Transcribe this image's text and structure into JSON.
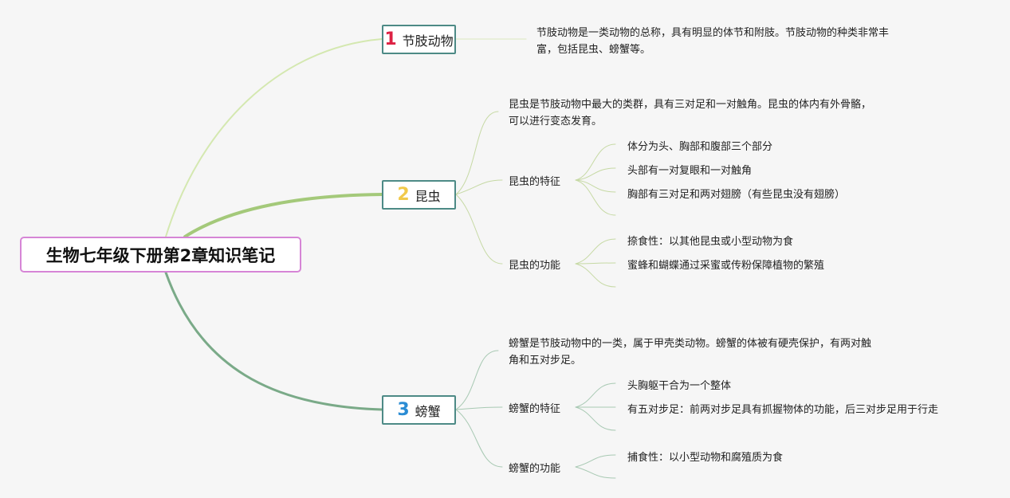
{
  "root": "生物七年级下册第2章知识笔记",
  "colors": {
    "b1": "#d4e8b0",
    "b2": "#a4c97a",
    "b3": "#7aaa88",
    "badge1": "#dd2244",
    "badge2": "#f1c94a",
    "badge3": "#2a8cd4"
  },
  "branches": [
    {
      "num": "1",
      "title": "节肢动物",
      "desc": [
        "节肢动物是一类动物的总称，具有明显的体节和附肢。节肢动物的种类非常丰",
        "富，包括昆虫、螃蟹等。"
      ]
    },
    {
      "num": "2",
      "title": "昆虫",
      "desc": [
        "昆虫是节肢动物中最大的类群，具有三对足和一对触角。昆虫的体内有外骨骼，",
        "可以进行变态发育。"
      ],
      "groups": [
        {
          "label": "昆虫的特征",
          "items": [
            "体分为头、胸部和腹部三个部分",
            "头部有一对复眼和一对触角",
            "胸部有三对足和两对翅膀（有些昆虫没有翅膀）"
          ]
        },
        {
          "label": "昆虫的功能",
          "items": [
            "捺食性：以其他昆虫或小型动物为食",
            "蜜蜂和蝴蝶通过采蜜或传粉保障植物的繁殖"
          ]
        }
      ]
    },
    {
      "num": "3",
      "title": "螃蟹",
      "desc": [
        "螃蟹是节肢动物中的一类，属于甲壳类动物。螃蟹的体被有硬壳保护，有两对触",
        "角和五对步足。"
      ],
      "groups": [
        {
          "label": "螃蟹的特征",
          "items": [
            "头胸躯干合为一个整体",
            "有五对步足：前两对步足具有抓握物体的功能，后三对步足用于行走"
          ]
        },
        {
          "label": "螃蟹的功能",
          "items": [
            "捕食性：以小型动物和腐殖质为食"
          ]
        }
      ]
    }
  ]
}
